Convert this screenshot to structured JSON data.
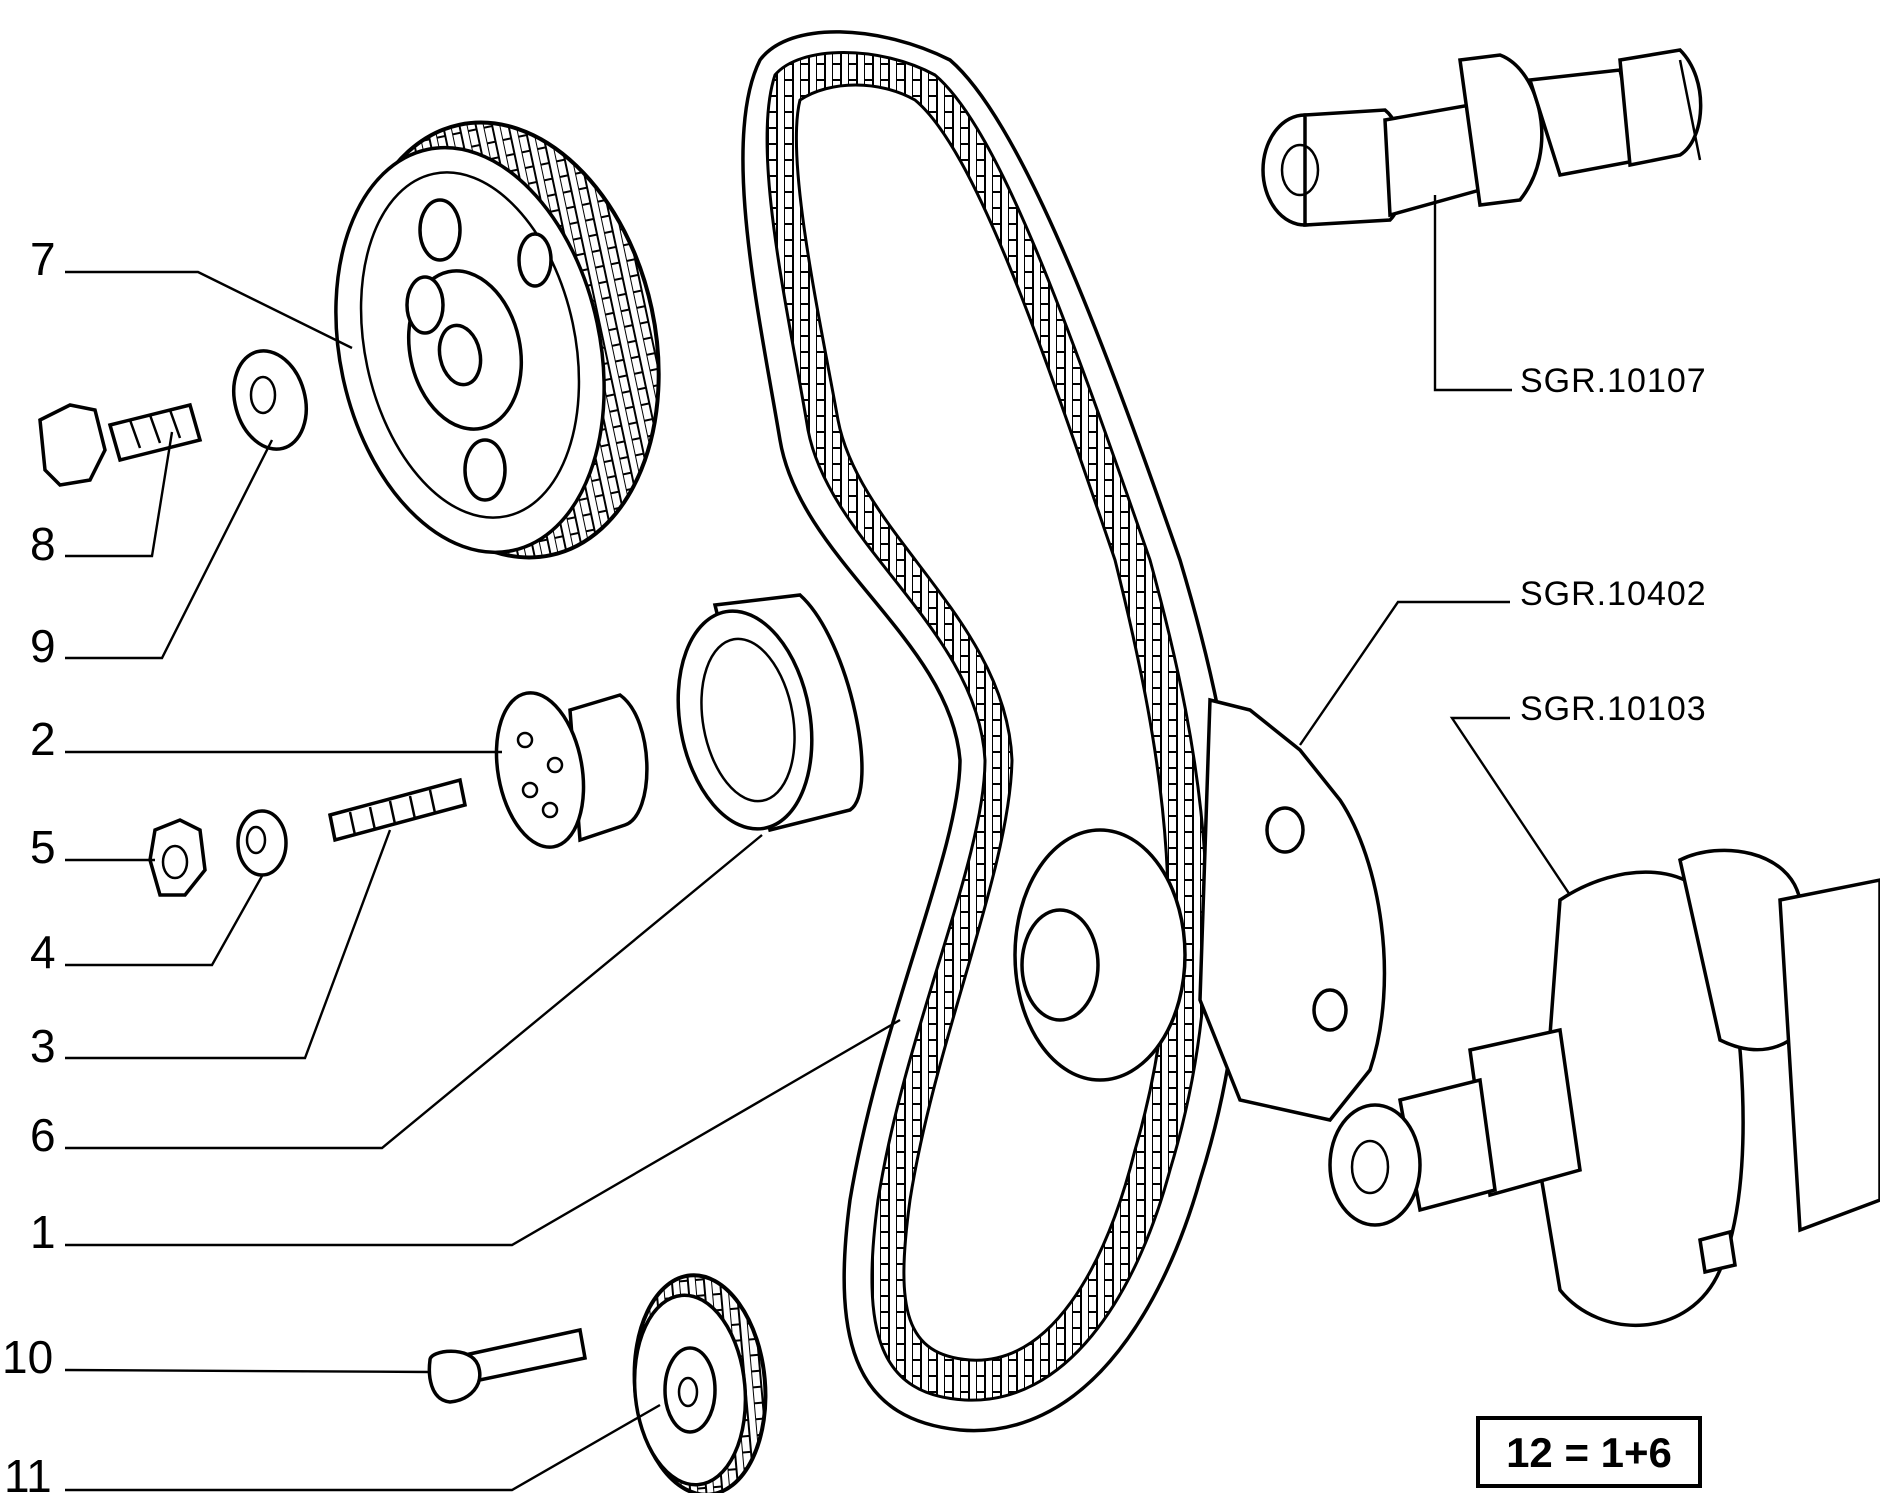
{
  "callouts": [
    {
      "number": "7"
    },
    {
      "number": "8"
    },
    {
      "number": "9"
    },
    {
      "number": "2"
    },
    {
      "number": "5"
    },
    {
      "number": "4"
    },
    {
      "number": "3"
    },
    {
      "number": "6"
    },
    {
      "number": "1"
    },
    {
      "number": "10"
    },
    {
      "number": "11"
    }
  ],
  "references": [
    {
      "code": "SGR.10107"
    },
    {
      "code": "SGR.10402"
    },
    {
      "code": "SGR.10103"
    }
  ],
  "kit_box": {
    "text": "12 = 1+6"
  }
}
